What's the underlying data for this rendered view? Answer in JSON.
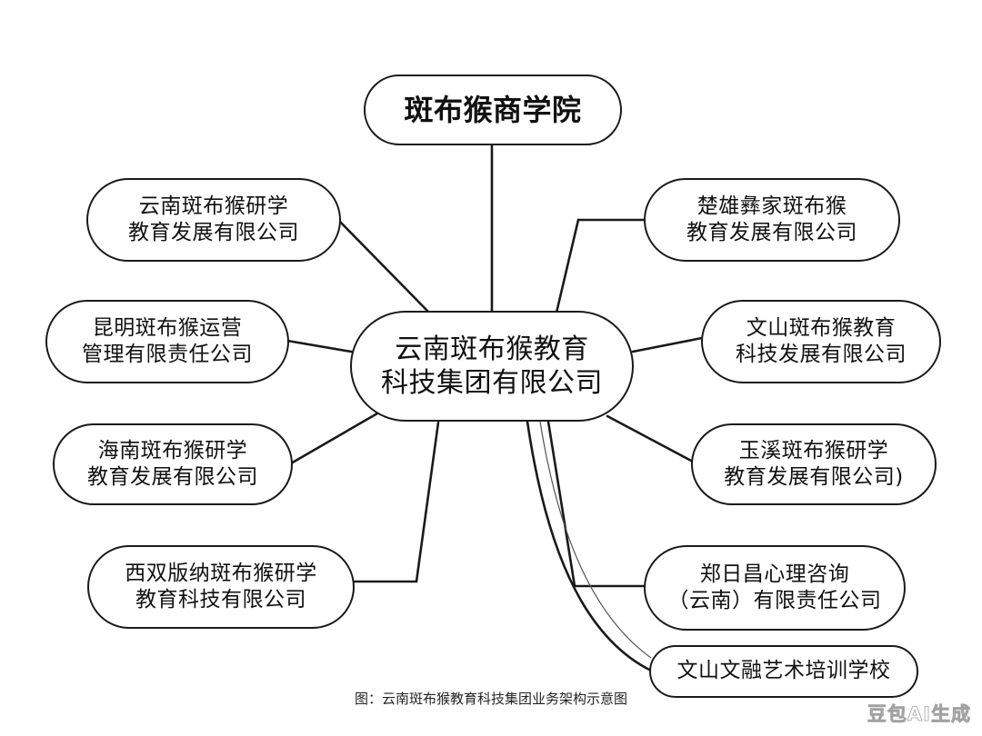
{
  "diagram": {
    "top_node": "斑布猴商学院",
    "center_node": [
      "云南斑布猴教育",
      "科技集团有限公司"
    ],
    "left_nodes": [
      [
        "云南斑布猴研学",
        "教育发展有限公司"
      ],
      [
        "昆明斑布猴运营",
        "管理有限责任公司"
      ],
      [
        "海南斑布猴研学",
        "教育发展有限公司"
      ],
      [
        "西双版纳斑布猴研学",
        "教育科技有限公司"
      ]
    ],
    "right_nodes": [
      [
        "楚雄彝家斑布猴",
        "教育发展有限公司"
      ],
      [
        "文山斑布猴教育",
        "科技发展有限公司"
      ],
      [
        "玉溪斑布猴研学",
        "教育发展有限公司)"
      ],
      [
        "郑日昌心理咨询",
        "（云南）有限责任公司"
      ],
      [
        "文山文融艺术培训学校"
      ]
    ],
    "caption": "图：云南斑布猴教育科技集团业务架构示意图",
    "watermark": "豆包AI生成"
  },
  "colors": {
    "line": "#1a1a1a",
    "background": "#ffffff"
  }
}
